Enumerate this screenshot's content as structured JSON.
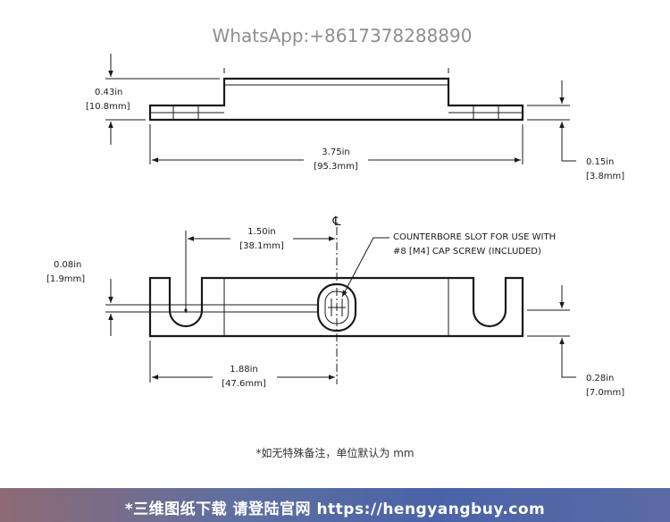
{
  "watermark": "WhatsApp:+8617378288890",
  "top_view": {
    "height_dim": {
      "inch": "0.43in",
      "mm": "[10.8mm]"
    },
    "length_dim": {
      "inch": "3.75in",
      "mm": "[95.3mm]"
    },
    "flange_dim": {
      "inch": "0.15in",
      "mm": "[3.8mm]"
    }
  },
  "bottom_view": {
    "centerline_symbol": "℄",
    "slot_offset_dim": {
      "inch": "1.50in",
      "mm": "[38.1mm]"
    },
    "counterbore_note": [
      "COUNTERBORE SLOT FOR USE WITH",
      "#8 [M4] CAP SCREW (INCLUDED)"
    ],
    "slot_width_dim": {
      "inch": "0.08in",
      "mm": "[1.9mm]"
    },
    "center_dim": {
      "inch": "1.88in",
      "mm": "[47.6mm]"
    },
    "depth_dim": {
      "inch": "0.28in",
      "mm": "[7.0mm]"
    }
  },
  "unit_note": "*如无特殊备注，单位默认为 mm",
  "footer": {
    "label": "*三维图纸下载 请登陆官网",
    "url": "https://hengyangbuy.com"
  }
}
